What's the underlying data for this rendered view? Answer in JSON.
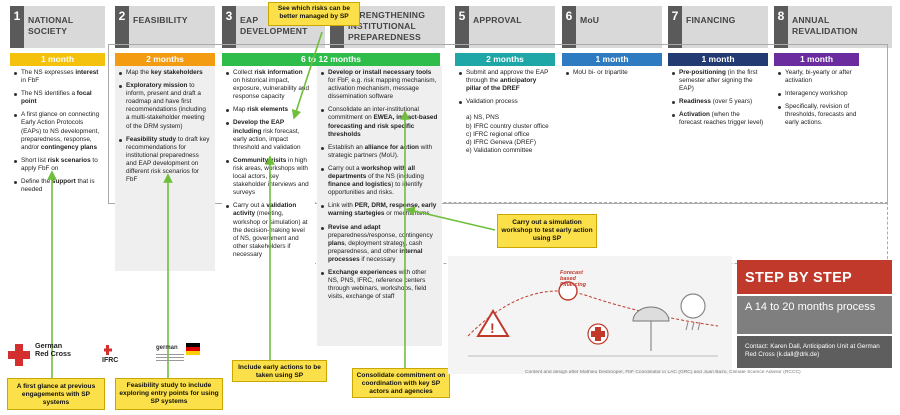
{
  "phases": [
    {
      "num": "1",
      "title": "NATIONAL\nSOCIETY",
      "duration": "1 month",
      "color": "#f4c20d"
    },
    {
      "num": "2",
      "title": "FEASIBILITY",
      "duration": "2 months",
      "color": "#f39c12"
    },
    {
      "num": "3",
      "title": "EAP\nDEVELOPMENT",
      "duration": "6 to 12 months",
      "color": "#2ebd4b"
    },
    {
      "num": "4",
      "title": "STRENGTHENING\nINSTITUTIONAL\nPREPAREDNESS",
      "duration": "",
      "color": "#2ebd4b"
    },
    {
      "num": "5",
      "title": "APPROVAL",
      "duration": "2 months",
      "color": "#1fa6a6"
    },
    {
      "num": "6",
      "title": "MoU",
      "duration": "1 month",
      "color": "#2f7bc1"
    },
    {
      "num": "7",
      "title": "FINANCING",
      "duration": "1 month",
      "color": "#243a73"
    },
    {
      "num": "8",
      "title": "ANNUAL\nREVALIDATION",
      "duration": "1 month",
      "color": "#6a2c9e"
    }
  ],
  "callouts": {
    "risks": "See which risks can be better managed by SP",
    "simulation": "Carry out a simulation workshop to test early action using SP",
    "engagements": "A first glance at previous engagements with SP systems",
    "feasibility": "Feasibility study to include exploring entry points for using SP systems",
    "early_actions": "Include early actions to be taken using SP",
    "consolidate": "Consolidate commitment on coordination with key SP actors and agencies"
  },
  "step": {
    "title": "STEP BY STEP",
    "subtitle": "A 14 to 20 months process",
    "contact": "Contact: Karen Dall, Anticipation Unit at German Red Cross (k.dall@drk.de)",
    "credits": "Content and design after Mathieu Destrooper, FbF Coordinator in LAC (GRC) and Juan Bazo, Climate Science Advisor (RCCC)",
    "illustration_label": "Forecast based Financing"
  },
  "logos": {
    "grc": "German Red Cross",
    "ifrc": "IFRC",
    "german_fed": "german"
  },
  "colors": {
    "header_bg": "#d9d9d9",
    "header_num": "#5a5a5a",
    "callout": "#fbe04a",
    "arrow": "#6fbf3a",
    "step_red": "#c0392b",
    "step_gray": "#7f7f7f",
    "step_gray2": "#5e5e5e"
  }
}
